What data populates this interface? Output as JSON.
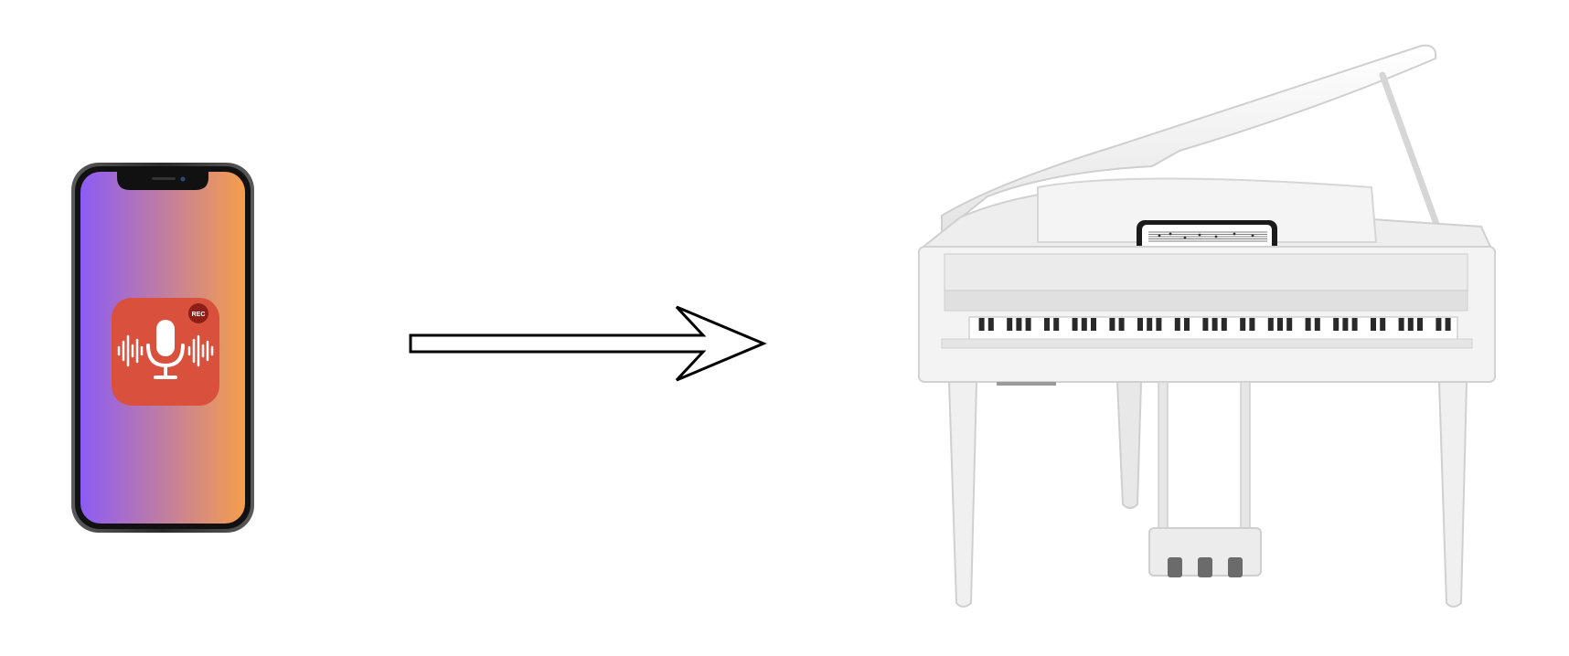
{
  "diagram": {
    "phone": {
      "app_icon": "microphone-recorder-icon",
      "badge_text": "REC",
      "gradient_left": "#8B5CF6",
      "gradient_right": "#F59E4B",
      "icon_bg": "#D9503C"
    },
    "arrow": {
      "direction": "right",
      "style": "outlined"
    },
    "piano": {
      "type": "grand-piano",
      "color": "#F2F2F2",
      "music_stand_item": "phone-with-sheet-music"
    }
  }
}
